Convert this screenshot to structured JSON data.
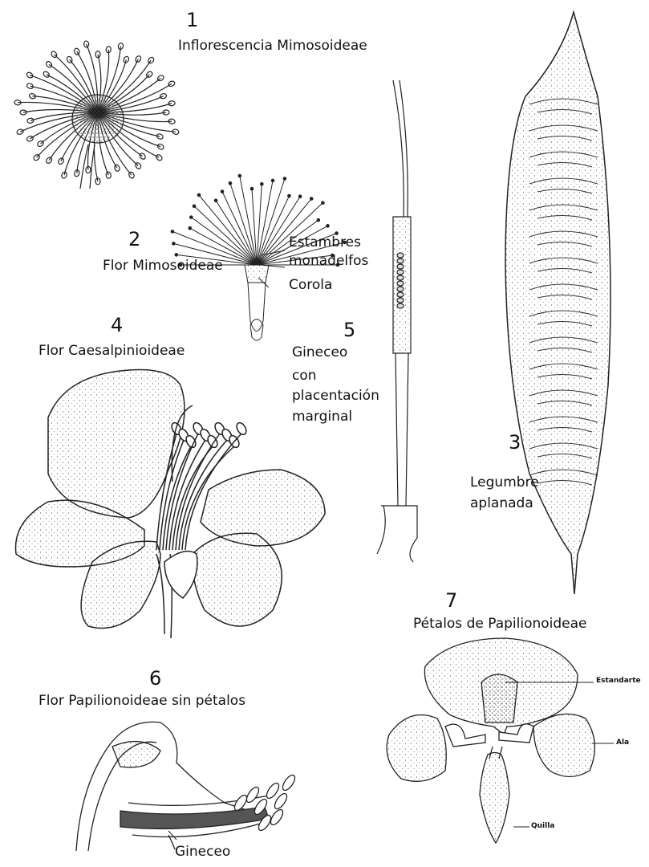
{
  "figures": [
    {
      "number": "1",
      "caption": "Inflorescencia Mimosoideae"
    },
    {
      "number": "2",
      "caption": "Flor Mimosoideae",
      "parts": [
        "Estambres",
        "monadelfos",
        "Corola"
      ]
    },
    {
      "number": "3",
      "caption_lines": [
        "Legumbre",
        "aplanada"
      ]
    },
    {
      "number": "4",
      "caption": "Flor Caesalpinioideae"
    },
    {
      "number": "5",
      "caption_lines": [
        "Gineceo",
        "con",
        "placentación",
        "marginal"
      ]
    },
    {
      "number": "6",
      "caption": "Flor Papilionoideae sin pétalos",
      "parts": [
        "Gineceo"
      ]
    },
    {
      "number": "7",
      "caption": "Pétalos de Papilionoideae",
      "parts": [
        "Estandarte",
        "Ala",
        "Quilla"
      ]
    }
  ]
}
